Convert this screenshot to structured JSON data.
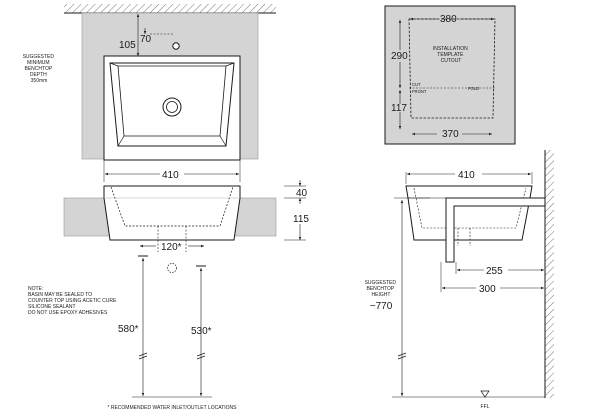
{
  "top_view": {
    "dim_105": "105",
    "dim_70": "70",
    "dim_410": "410",
    "suggested_depth": [
      "SUGGESTED",
      "MINIMUM",
      "BENCHTOP",
      "DEPTH",
      "350mm"
    ]
  },
  "template": {
    "dim_380": "380",
    "dim_290": "290",
    "dim_117": "117",
    "dim_370": "370",
    "label": [
      "INSTALLATION",
      "TEMPLATE",
      "CUTOUT"
    ],
    "cut_label": "CUT",
    "front_label": "FRONT",
    "fold_label": "FOLD"
  },
  "front_view": {
    "dim_40": "40",
    "dim_115": "115",
    "dim_120": "120*",
    "dim_580": "580*",
    "dim_530": "530*",
    "note": [
      "NOTE:",
      "BASIN MAY BE SEALED TO",
      "COUNTER TOP USING ACETIC CURE",
      "SILICONE SEALANT",
      "DO NOT USE EPOXY ADHESIVES"
    ],
    "footnote": "* RECOMMENDED WATER INLET/OUTLET LOCATIONS"
  },
  "side_view": {
    "dim_410": "410",
    "dim_255": "255",
    "dim_300": "300",
    "benchtop_height_label": [
      "SUGGESTED",
      "BENCHTOP",
      "HEIGHT"
    ],
    "benchtop_height_value": "~770",
    "ffl": "FFL"
  },
  "colors": {
    "line": "#1a1a1a",
    "fill": "#d4d4d4",
    "hatch": "#555555"
  }
}
